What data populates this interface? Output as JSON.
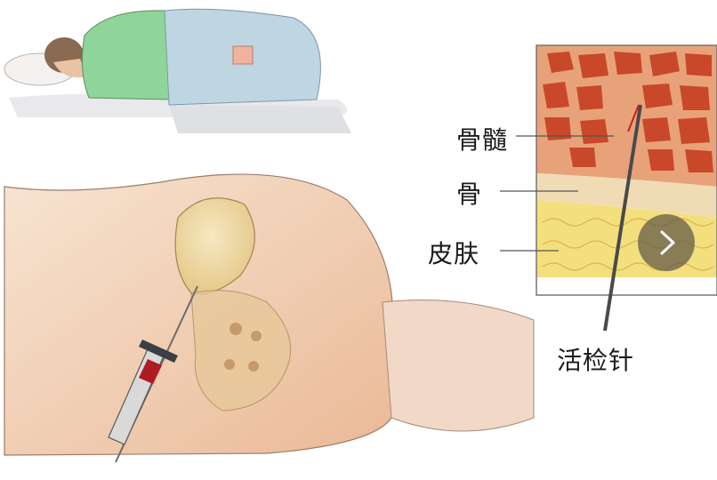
{
  "labels": {
    "marrow": "骨髓",
    "bone": "骨",
    "skin": "皮肤",
    "needle": "活检针"
  },
  "carousel": {
    "next_icon": "chevron-right-icon"
  },
  "colors": {
    "skin": "#f3d9c2",
    "skin_shadow": "#e4b898",
    "hip_bone": "#f2e2b0",
    "marrow_red": "#c9482a",
    "marrow_bg": "#e8a27a",
    "cortical_bone": "#f0dcb4",
    "fat_yellow": "#f4df7e",
    "blanket_green": "#8fd59a",
    "blanket_blue": "#bed6e2",
    "syringe_red": "#b01a22"
  }
}
